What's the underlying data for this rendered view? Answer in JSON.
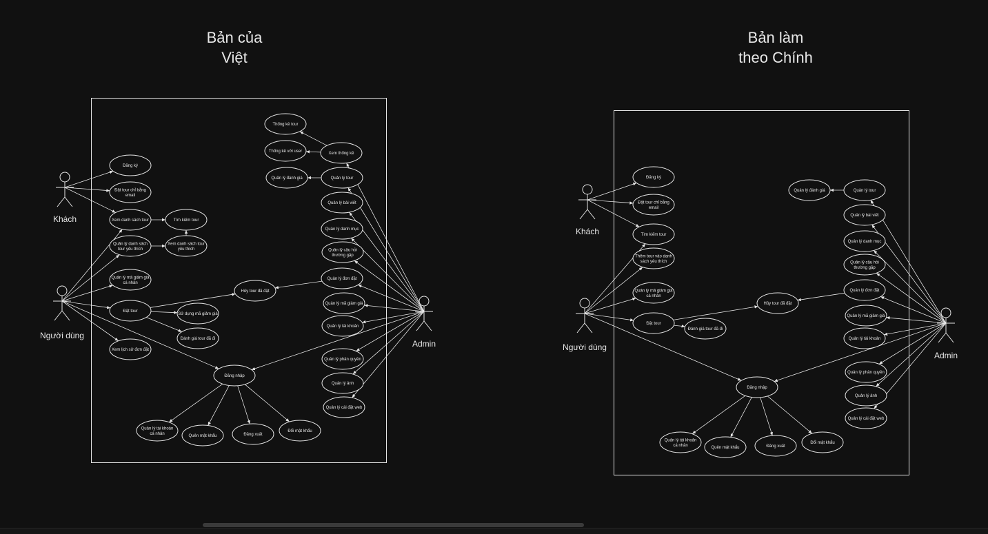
{
  "diagrams": [
    {
      "title_lines": [
        "Bản của",
        "Việt"
      ],
      "actors": [
        {
          "id": "khach",
          "label": "Khách"
        },
        {
          "id": "nguoidung",
          "label": "Người dùng"
        },
        {
          "id": "admin",
          "label": "Admin"
        }
      ],
      "usecases": [
        {
          "id": "dangky",
          "lines": [
            "Đăng ký"
          ]
        },
        {
          "id": "dattourbangemail",
          "lines": [
            "Đặt tour chỉ bằng",
            "email"
          ]
        },
        {
          "id": "xemdanhsachtour",
          "lines": [
            "Xem danh sách tour"
          ]
        },
        {
          "id": "timkiemtour",
          "lines": [
            "Tìm kiếm tour"
          ]
        },
        {
          "id": "quanlyyeuthich",
          "lines": [
            "Quản lý  danh sách",
            "tour yêu thích"
          ]
        },
        {
          "id": "xemyeuthich",
          "lines": [
            "Xem danh sách tour",
            "yêu thích"
          ]
        },
        {
          "id": "quanlymagiamgiacanhan",
          "lines": [
            "Quản lý mã giảm giá",
            "cá nhân"
          ]
        },
        {
          "id": "huytour",
          "lines": [
            "Hủy tour đã đặt"
          ]
        },
        {
          "id": "dattour",
          "lines": [
            "Đặt tour"
          ]
        },
        {
          "id": "sudungmagiamgia",
          "lines": [
            "Sử dụng mã giảm giá"
          ]
        },
        {
          "id": "danhgiatour",
          "lines": [
            "Đánh giá tour đã đi"
          ]
        },
        {
          "id": "xemlichsu",
          "lines": [
            "Xem lịch sử đơn đặt"
          ]
        },
        {
          "id": "dangnhap",
          "lines": [
            "Đăng nhập"
          ]
        },
        {
          "id": "quanlytaikhoancanhan",
          "lines": [
            "Quản lý tài khoản",
            "cá nhân"
          ]
        },
        {
          "id": "quenmatkhau",
          "lines": [
            "Quên mật khẩu"
          ]
        },
        {
          "id": "dangxuat",
          "lines": [
            "Đăng xuất"
          ]
        },
        {
          "id": "doimatkhau",
          "lines": [
            "Đổi mật khẩu"
          ]
        },
        {
          "id": "thongketour",
          "lines": [
            "Thống kê tour"
          ]
        },
        {
          "id": "thongkeuser",
          "lines": [
            "Thống kê với user"
          ]
        },
        {
          "id": "xemthongke",
          "lines": [
            "Xem thống kê"
          ]
        },
        {
          "id": "quanlydanhgia",
          "lines": [
            "Quản lý đánh giá"
          ]
        },
        {
          "id": "quanlytour",
          "lines": [
            "Quản lý tour"
          ]
        },
        {
          "id": "quanlybaiviet",
          "lines": [
            "Quản lý bài viết"
          ]
        },
        {
          "id": "quanlydanhmuc",
          "lines": [
            "Quản lý danh mục"
          ]
        },
        {
          "id": "quanlycauhoi",
          "lines": [
            "Quản lý câu hỏi",
            "thường gặp"
          ]
        },
        {
          "id": "quanlydondat",
          "lines": [
            "Quản lý đơn đặt"
          ]
        },
        {
          "id": "quanlymagiamgia",
          "lines": [
            "Quản lý mã giảm giá"
          ]
        },
        {
          "id": "quanlytaikhoan",
          "lines": [
            "Quản lý tài khoản"
          ]
        },
        {
          "id": "quanlyphanquyen",
          "lines": [
            "Quản lý phân quyền"
          ]
        },
        {
          "id": "quanlyanh",
          "lines": [
            "Quản lý ảnh"
          ]
        },
        {
          "id": "quanlycaidatweb",
          "lines": [
            "Quản lý cài đặt web"
          ]
        }
      ]
    },
    {
      "title_lines": [
        "Bản làm",
        "theo Chính"
      ],
      "actors": [
        {
          "id": "khach",
          "label": "Khách"
        },
        {
          "id": "nguoidung",
          "label": "Người dùng"
        },
        {
          "id": "admin",
          "label": "Admin"
        }
      ],
      "usecases": [
        {
          "id": "dangky",
          "lines": [
            "Đăng ký"
          ]
        },
        {
          "id": "dattourbangemail",
          "lines": [
            "Đặt tour chỉ bằng",
            "email"
          ]
        },
        {
          "id": "timkiemtour",
          "lines": [
            "Tìm kiếm tour"
          ]
        },
        {
          "id": "themyeuthich",
          "lines": [
            "Thêm tour vào danh",
            "sách yêu thích"
          ]
        },
        {
          "id": "quanlymagiamgiacanhan",
          "lines": [
            "Quản lý mã giảm giá",
            "cá nhân"
          ]
        },
        {
          "id": "huytour",
          "lines": [
            "Hủy tour đã đặt"
          ]
        },
        {
          "id": "dattour",
          "lines": [
            "Đặt tour"
          ]
        },
        {
          "id": "danhgiatour",
          "lines": [
            "Đánh giá tour đã đi"
          ]
        },
        {
          "id": "dangnhap",
          "lines": [
            "Đăng nhập"
          ]
        },
        {
          "id": "quanlytaikhoancanhan",
          "lines": [
            "Quản lý tài khoản",
            "cá nhân"
          ]
        },
        {
          "id": "quenmatkhau",
          "lines": [
            "Quên mật khẩu"
          ]
        },
        {
          "id": "dangxuat",
          "lines": [
            "Đăng xuất"
          ]
        },
        {
          "id": "doimatkhau",
          "lines": [
            "Đổi mật khẩu"
          ]
        },
        {
          "id": "quanlydanhgia",
          "lines": [
            "Quản lý đánh giá"
          ]
        },
        {
          "id": "quanlytour",
          "lines": [
            "Quản lý tour"
          ]
        },
        {
          "id": "quanlybaiviet",
          "lines": [
            "Quản lý bài viết"
          ]
        },
        {
          "id": "quanlydanhmuc",
          "lines": [
            "Quản lý danh mục"
          ]
        },
        {
          "id": "quanlycauhoi",
          "lines": [
            "Quản lý câu hỏi",
            "thường gặp"
          ]
        },
        {
          "id": "quanlydondat",
          "lines": [
            "Quản lý đơn đặt"
          ]
        },
        {
          "id": "quanlymagiamgia",
          "lines": [
            "Quản lý mã giảm giá"
          ]
        },
        {
          "id": "quanlytaikhoan",
          "lines": [
            "Quản lý tài khoản"
          ]
        },
        {
          "id": "quanlyphanquyen",
          "lines": [
            "Quản lý phân quyền"
          ]
        },
        {
          "id": "quanlyanh",
          "lines": [
            "Quản lý ảnh"
          ]
        },
        {
          "id": "quanlycaidatweb",
          "lines": [
            "Quản lý cài đặt web"
          ]
        }
      ]
    }
  ],
  "colors": {
    "background": "#111111",
    "stroke": "#e6e6e6",
    "text": "#e6e6e6"
  }
}
